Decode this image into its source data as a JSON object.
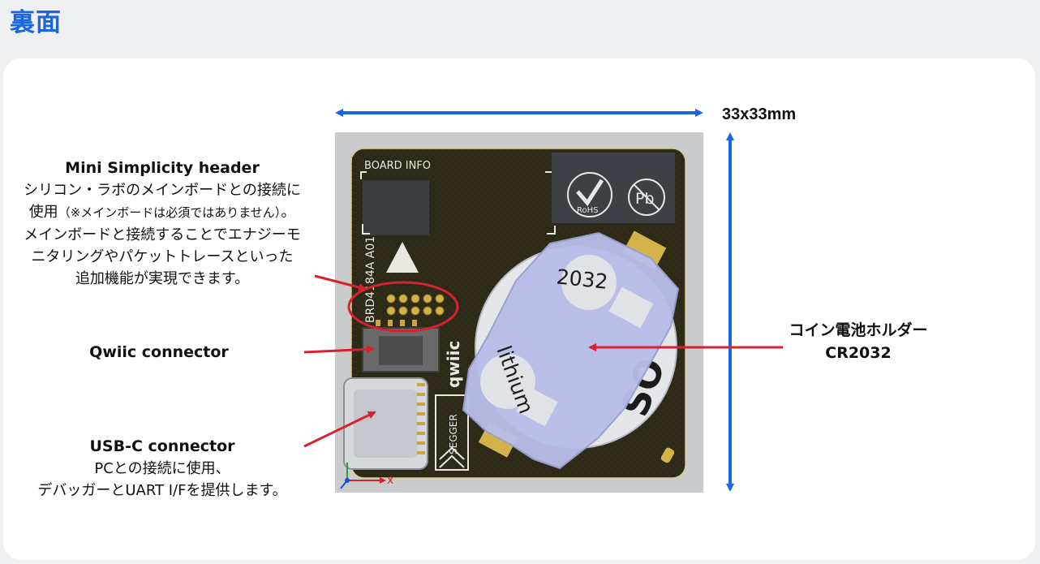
{
  "page": {
    "title": "裏面"
  },
  "dimensions": {
    "label": "33x33mm"
  },
  "board": {
    "silk_board_info": "BOARD INFO",
    "silk_part_number": "BRD4184A A01",
    "silk_rohs": "RoHS",
    "silk_pb": "Pb",
    "silk_qwiic": "qwiic",
    "silk_segger": "SEGGER",
    "battery_text_top": "2032",
    "battery_text_mid": "lithium",
    "axis_x": "x"
  },
  "callouts": {
    "header": {
      "title": "Mini Simplicity header",
      "line1": "シリコン・ラボのメインボードとの接続に",
      "line2_a": "使用",
      "line2_b": "（※メインボードは必須ではありません）",
      "line2_c": "。",
      "line3": "メインボードと接続することでエナジーモ",
      "line4": "ニタリングやパケットトレースといった",
      "line5": "追加機能が実現できます。"
    },
    "qwiic": {
      "title": "Qwiic connector"
    },
    "usbc": {
      "title": "USB-C connector",
      "line1": "PCとの接続に使用、",
      "line2": "デバッガーとUART I/Fを提供します。"
    },
    "battery": {
      "line1": "コイン電池ホルダー",
      "line2": "CR2032"
    }
  },
  "colors": {
    "title_blue": "#1a66e0",
    "arrow_blue": "#1a66e0",
    "callout_red": "#d62230",
    "pcb": "#2c2a16",
    "battery_holder": "#b9bde8"
  }
}
